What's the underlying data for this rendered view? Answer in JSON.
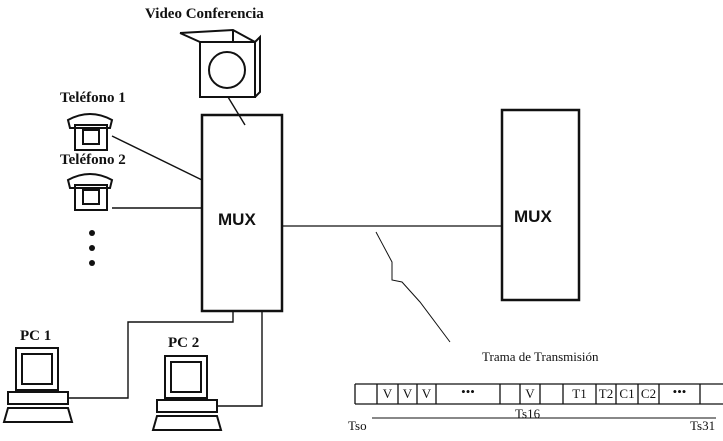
{
  "labels": {
    "video": "Video Conferencia",
    "phone1": "Teléfono 1",
    "phone2": "Teléfono 2",
    "mux_left": "MUX",
    "mux_right": "MUX",
    "pc1": "PC 1",
    "pc2": "PC 2",
    "frame_title": "Trama de Transmisión"
  },
  "frame": {
    "cells": [
      "",
      "V",
      "V",
      "V",
      "•••",
      "",
      "V",
      "",
      "T1",
      "T2",
      "C1",
      "C2",
      "•••",
      "",
      ""
    ],
    "ticks": [
      "Tso",
      "Ts16",
      "Ts31"
    ]
  }
}
